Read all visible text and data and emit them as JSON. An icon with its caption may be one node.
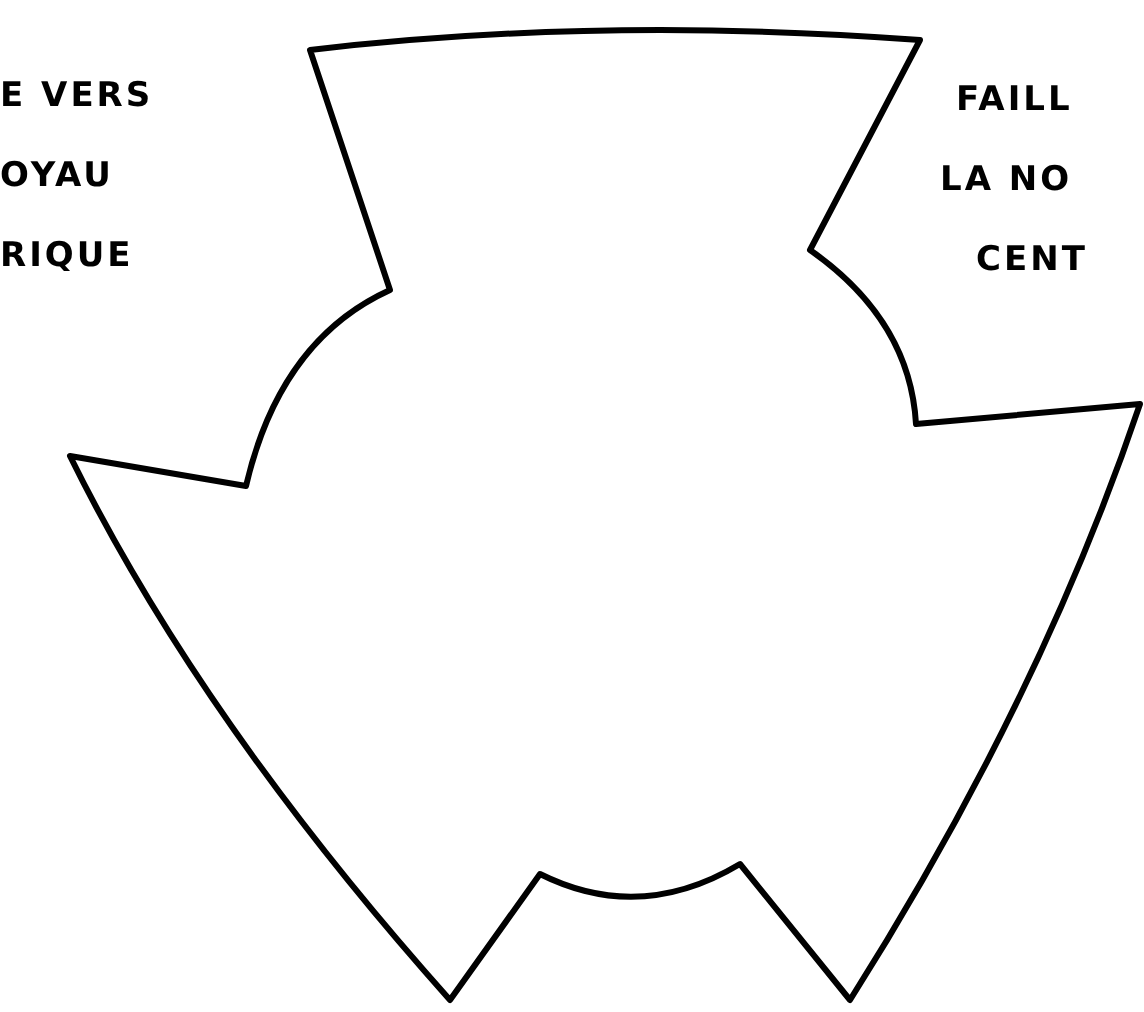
{
  "diagram": {
    "labels": [
      "E VERS",
      "OYAU",
      "RIQUE",
      "FAILL",
      "LA NO",
      "CENT"
    ]
  }
}
